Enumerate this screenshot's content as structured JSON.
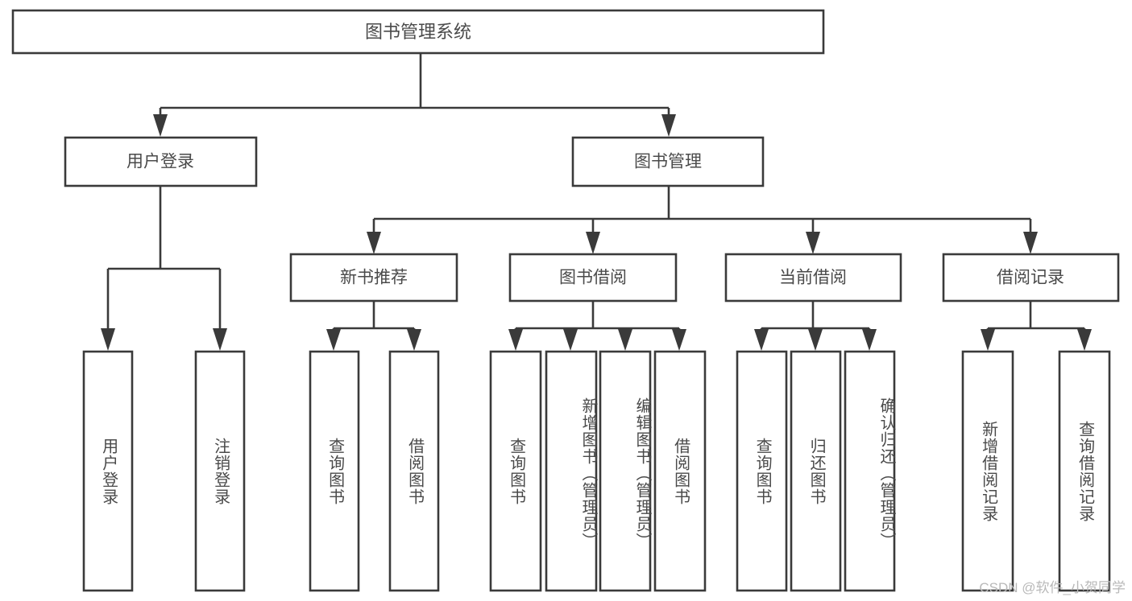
{
  "diagram": {
    "title": "图书管理系统",
    "type": "tree",
    "watermark": "CSDN @软件_小贺同学",
    "colors": {
      "box_stroke": "#3a3a3a",
      "box_fill": "#ffffff",
      "text": "#4a4a4a",
      "background": "#ffffff",
      "watermark": "#b9b9b9"
    },
    "root": {
      "label": "图书管理系统"
    },
    "level2": [
      {
        "label": "用户登录"
      },
      {
        "label": "图书管理"
      }
    ],
    "level3": [
      {
        "label": "新书推荐"
      },
      {
        "label": "图书借阅"
      },
      {
        "label": "当前借阅"
      },
      {
        "label": "借阅记录"
      }
    ],
    "leaves": {
      "user_login": [
        {
          "label": "用户登录"
        },
        {
          "label": "注销登录"
        }
      ],
      "new_book_recommend": [
        {
          "label": "查询图书"
        },
        {
          "label": "借阅图书"
        }
      ],
      "book_borrow": [
        {
          "label": "查询图书"
        },
        {
          "label": "新增图书（管理员）"
        },
        {
          "label": "编辑图书（管理员）"
        },
        {
          "label": "借阅图书"
        }
      ],
      "current_borrow": [
        {
          "label": "查询图书"
        },
        {
          "label": "归还图书"
        },
        {
          "label": "确认归还（管理员）"
        }
      ],
      "borrow_record": [
        {
          "label": "新增借阅记录"
        },
        {
          "label": "查询借阅记录"
        }
      ]
    }
  }
}
